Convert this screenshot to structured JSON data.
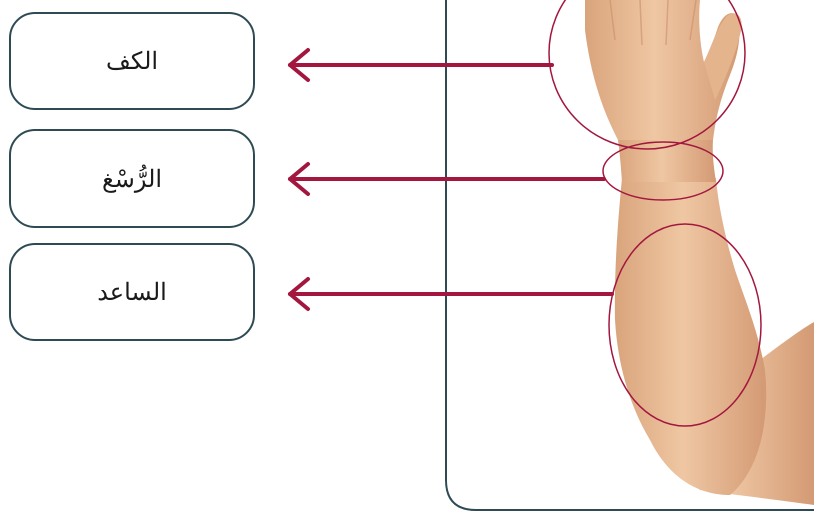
{
  "labels": [
    {
      "text": "الكف",
      "part": "hand"
    },
    {
      "text": "الرُّسْغ",
      "part": "wrist"
    },
    {
      "text": "الساعد",
      "part": "forearm"
    }
  ],
  "colors": {
    "arrow": "#a3173f",
    "frame": "#2e4b55",
    "skin": "#e9bd96",
    "skin_shadow": "#c98e6a"
  }
}
